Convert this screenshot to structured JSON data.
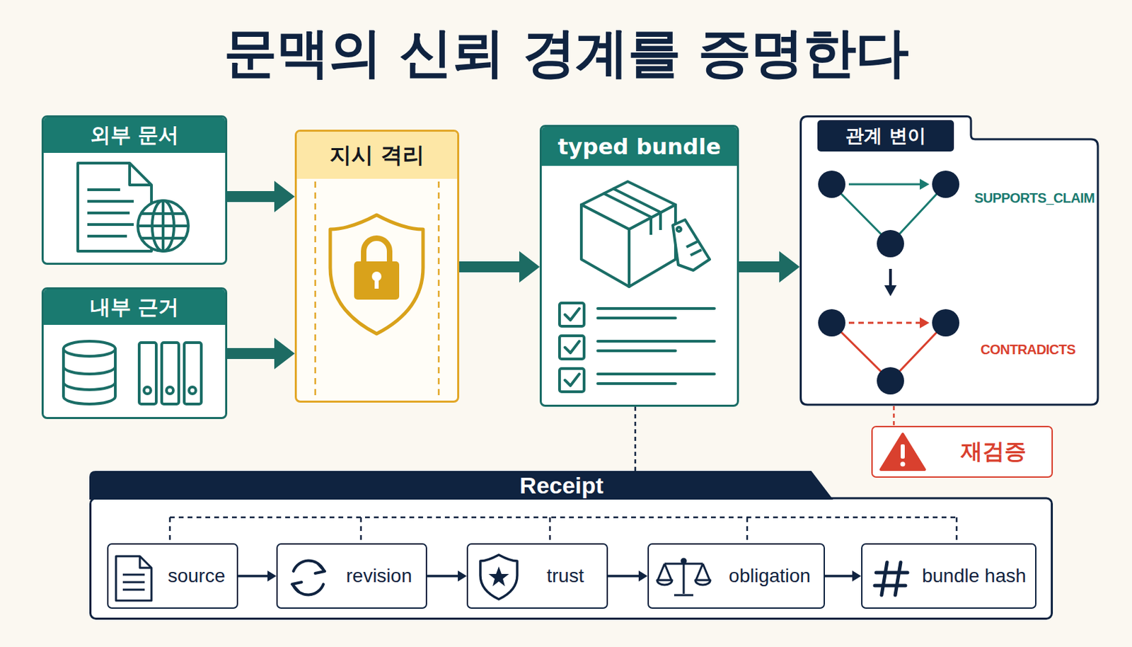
{
  "diagram": {
    "title": "문맥의 신뢰 경계를 증명한다",
    "nodes": [
      {
        "text": [
          "외부 문서"
        ]
      },
      {
        "text": [
          "내부 근거"
        ]
      },
      {
        "text": [
          "지시 격리"
        ]
      },
      {
        "text": [
          "typed bundle"
        ]
      },
      {
        "text": [
          "관계 변이"
        ]
      },
      {
        "text": [
          "재검증"
        ]
      },
      {
        "text": [
          "Receipt"
        ]
      },
      {
        "text": [
          "source"
        ],
        "in": 6
      },
      {
        "text": [
          "revision"
        ],
        "in": 6
      },
      {
        "text": [
          "trust"
        ],
        "in": 6
      },
      {
        "text": [
          "obligation"
        ],
        "in": 6
      },
      {
        "text": [
          "bundle hash"
        ],
        "in": 6
      }
    ],
    "edges": [
      {
        "from": 0,
        "to": 2,
        "arrow": "to"
      },
      {
        "from": 1,
        "to": 2,
        "arrow": "to"
      },
      {
        "from": 2,
        "to": 3,
        "arrow": "to"
      },
      {
        "from": 3,
        "to": 4,
        "arrow": "to"
      },
      {
        "from": 4,
        "to": 5,
        "arrow": "none"
      },
      {
        "from": 3,
        "to": 6,
        "arrow": "none"
      },
      {
        "from": 7,
        "to": 8,
        "arrow": "to"
      },
      {
        "from": 8,
        "to": 9,
        "arrow": "to"
      },
      {
        "from": 9,
        "to": 10,
        "arrow": "to"
      },
      {
        "from": 10,
        "to": 11,
        "arrow": "to"
      }
    ],
    "labels": [
      "SUPPORTS_CLAIM",
      "CONTRADICTS"
    ]
  }
}
